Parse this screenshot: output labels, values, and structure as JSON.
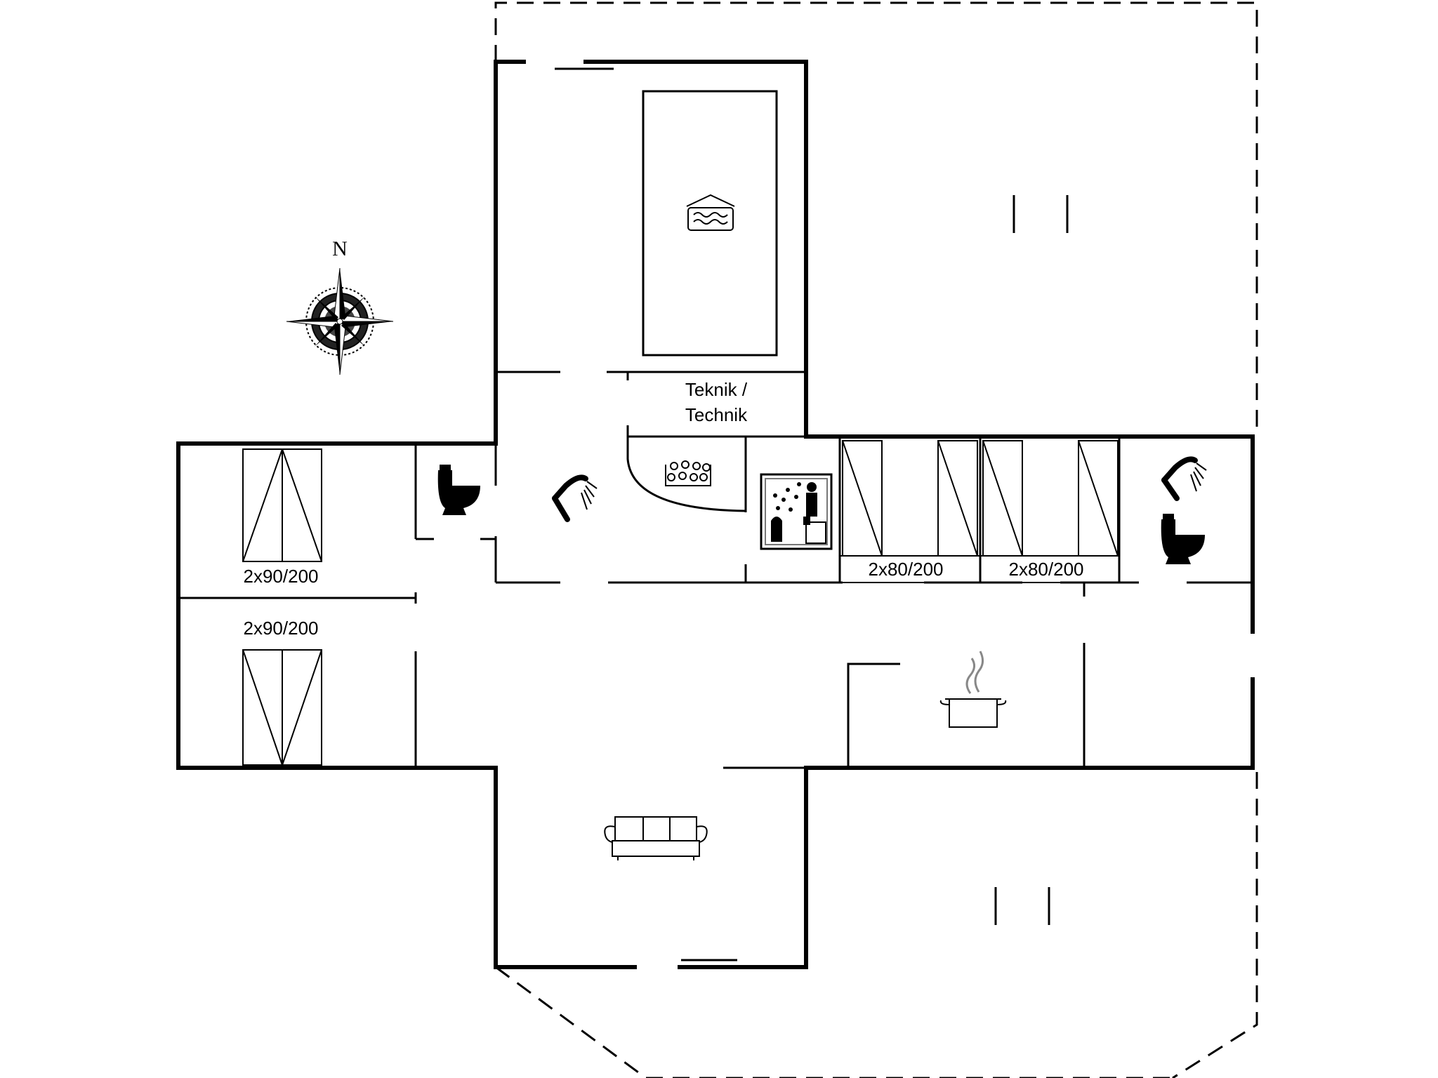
{
  "compass": {
    "north_label": "N"
  },
  "rooms": {
    "technical_room": {
      "line1": "Teknik /",
      "line2": "Technik"
    },
    "bedroom_nw": {
      "bed_label": "2x90/200"
    },
    "bedroom_sw": {
      "bed_label": "2x90/200"
    },
    "bedroom_center": {
      "bed_label": "2x80/200"
    },
    "bedroom_east": {
      "bed_label": "2x80/200"
    }
  },
  "icons": [
    "compass-rose-icon",
    "pool-icon",
    "whirlpool-icon",
    "sauna-icon",
    "shower-icon",
    "toilet-icon",
    "cooking-pot-icon",
    "sofa-icon",
    "double-bed-icon"
  ]
}
